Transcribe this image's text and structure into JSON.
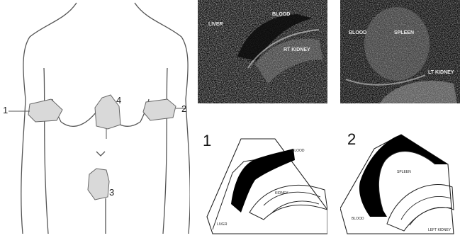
{
  "body_diagram": {
    "probe_labels": [
      "1",
      "2",
      "3",
      "4"
    ]
  },
  "ultrasound_1": {
    "labels": {
      "liver": "LIVER",
      "blood": "BLOOD",
      "kidney": "RT KIDNEY"
    }
  },
  "ultrasound_2": {
    "labels": {
      "blood": "BLOOD",
      "spleen": "SPLEEN",
      "kidney": "LT KIDNEY"
    }
  },
  "schematic_1": {
    "number": "1",
    "labels": {
      "blood": "BLOOD",
      "kidney": "KIDNEY",
      "liver": "LIVER"
    }
  },
  "schematic_2": {
    "number": "2",
    "labels": {
      "spleen": "SPLEEN",
      "blood": "BLOOD",
      "kidney": "LEFT KIDNEY"
    }
  },
  "colors": {
    "ultrasound_bg": "#101010",
    "fluid": "#000000",
    "probe": "#d9d9d9"
  }
}
